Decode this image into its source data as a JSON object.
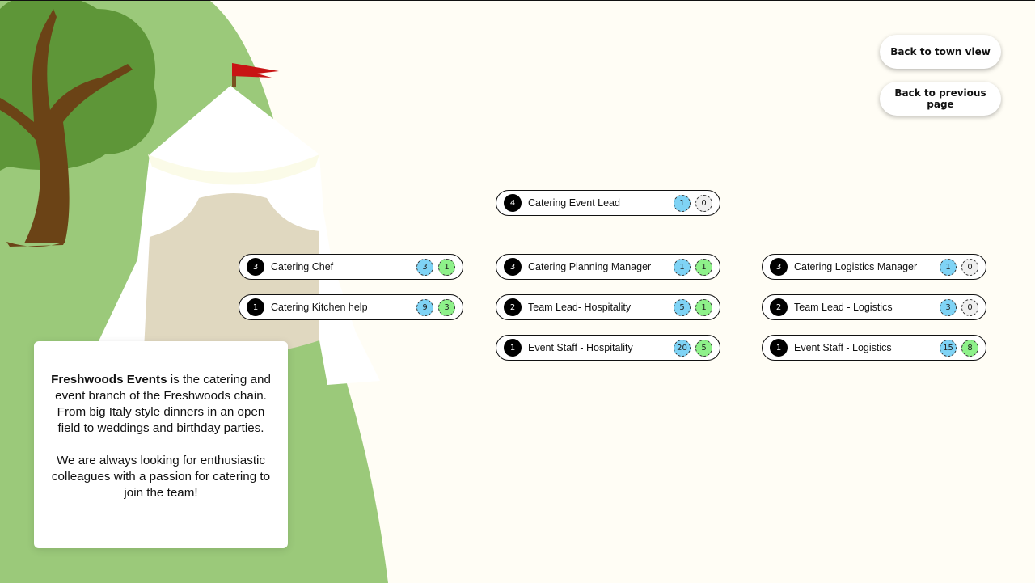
{
  "nav": {
    "town_label": "Back to town view",
    "prev_label": "Back to previous page"
  },
  "roles": [
    {
      "title": "Catering Event Lead",
      "level": "4",
      "open": "1",
      "filled": "0"
    },
    {
      "title": "Catering Chef",
      "level": "3",
      "open": "3",
      "filled": "1"
    },
    {
      "title": "Catering Kitchen help",
      "level": "1",
      "open": "9",
      "filled": "3"
    },
    {
      "title": "Catering Planning Manager",
      "level": "3",
      "open": "1",
      "filled": "1"
    },
    {
      "title": "Team Lead- Hospitality",
      "level": "2",
      "open": "5",
      "filled": "1"
    },
    {
      "title": "Event Staff - Hospitality",
      "level": "1",
      "open": "20",
      "filled": "5"
    },
    {
      "title": "Catering Logistics Manager",
      "level": "3",
      "open": "1",
      "filled": "0"
    },
    {
      "title": "Team Lead - Logistics",
      "level": "2",
      "open": "3",
      "filled": "0"
    },
    {
      "title": "Event Staff - Logistics",
      "level": "1",
      "open": "15",
      "filled": "8"
    }
  ],
  "info": {
    "company": "Freshwoods Events",
    "description": " is the catering and event branch of the Freshwoods chain. From big Italy style dinners in an open field to weddings and birthday parties.",
    "recruit": "We are always looking for enthusiastic colleagues with a passion for catering to join the team!"
  },
  "colors": {
    "background": "#fffdf5",
    "hill_green": "#9bc97a",
    "tree_green": "#5e9638",
    "trunk_brown": "#6b4316",
    "tent_white": "#ffffff",
    "tent_entrance": "#e0d8c0",
    "flag_red": "#c81414",
    "open_badge": "#7fd3f5",
    "filled_badge": "#8ef18a"
  }
}
